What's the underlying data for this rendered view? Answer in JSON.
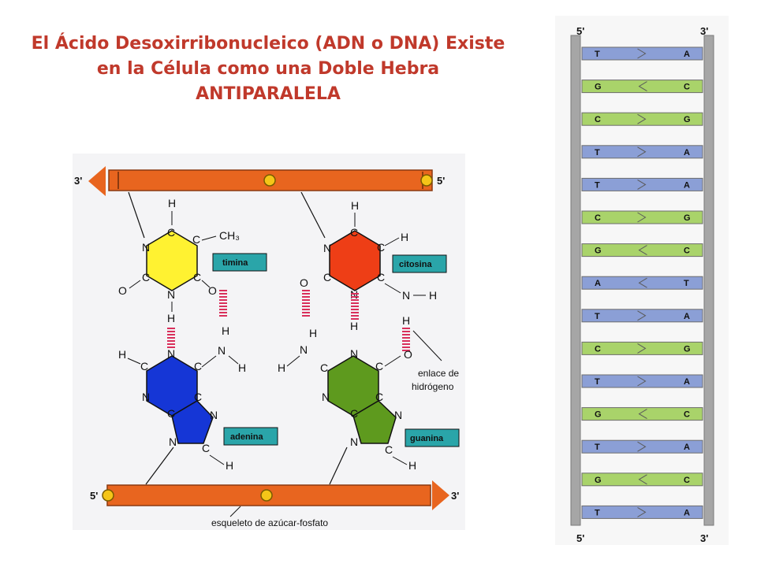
{
  "title": {
    "line1": "El Ácido Desoxirribonucleico (ADN o DNA) Existe",
    "line2": "en la Célula como una Doble Hebra",
    "line3": "ANTIPARALELA"
  },
  "left_diagram": {
    "top_strand": {
      "left_end": "3'",
      "right_end": "5'"
    },
    "bottom_strand": {
      "left_end": "5'",
      "right_end": "3'"
    },
    "bases": {
      "thymine": "timina",
      "cytosine": "citosina",
      "adenine": "adenina",
      "guanine": "guanina"
    },
    "labels": {
      "hydrogen_bond_line1": "enlace de",
      "hydrogen_bond_line2": "hidrógeno",
      "backbone": "esqueleto de azúcar-fosfato"
    },
    "atoms": {
      "H": "H",
      "C": "C",
      "N": "N",
      "O": "O",
      "CH3": "CH₃"
    }
  },
  "ladder": {
    "top_left": "5'",
    "top_right": "3'",
    "bottom_left": "5'",
    "bottom_right": "3'",
    "rungs": [
      {
        "left": "T",
        "right": "A"
      },
      {
        "left": "G",
        "right": "C"
      },
      {
        "left": "C",
        "right": "G"
      },
      {
        "left": "T",
        "right": "A"
      },
      {
        "left": "T",
        "right": "A"
      },
      {
        "left": "C",
        "right": "G"
      },
      {
        "left": "G",
        "right": "C"
      },
      {
        "left": "A",
        "right": "T"
      },
      {
        "left": "T",
        "right": "A"
      },
      {
        "left": "C",
        "right": "G"
      },
      {
        "left": "T",
        "right": "A"
      },
      {
        "left": "G",
        "right": "C"
      },
      {
        "left": "T",
        "right": "A"
      },
      {
        "left": "G",
        "right": "C"
      },
      {
        "left": "T",
        "right": "A"
      }
    ],
    "colors": {
      "TA": "#8b9fd6",
      "AT": "#8b9fd6",
      "GC": "#a9d36a",
      "CG": "#a9d36a",
      "rail": "#a6a6a6"
    }
  }
}
